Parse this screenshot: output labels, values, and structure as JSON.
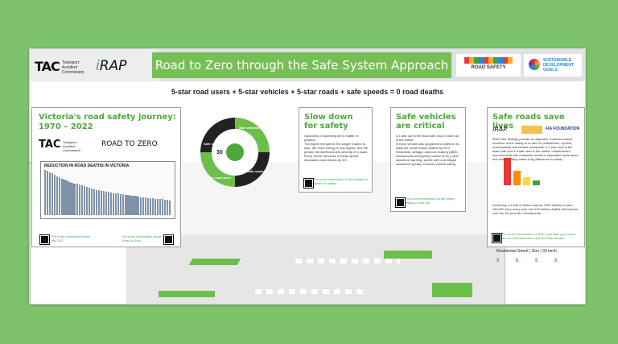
{
  "header": {
    "tac": "TAC",
    "tac_sub": "Transport Accident Commission",
    "irap_i": "i",
    "irap": "RAP",
    "title": "Road to Zero through the Safe System Approach",
    "road_safety": "ROAD SAFETY",
    "sdg": "SUSTAINABLE DEVELOPMENT GOALS"
  },
  "equation": "5-star road users + 5-star vehicles + 5-star roads + safe speeds = 0 road deaths",
  "journey": {
    "title_line1": "Victoria's road safety journey:",
    "title_line2": "1970 – 2022",
    "tac": "TAC",
    "tac_sub": "Transport Accident Commission",
    "road_to_zero": "ROAD TO ZERO",
    "chart_title": "REDUCTION IN ROAD DEATHS IN VICTORIA",
    "more_left": "For more information about the TAC",
    "more_right": "For more information about Road to Zero"
  },
  "chart_data": {
    "type": "bar",
    "title": "REDUCTION IN ROAD DEATHS IN VICTORIA",
    "values": [
      100,
      98,
      95,
      93,
      90,
      86,
      84,
      80,
      78,
      76,
      74,
      72,
      70,
      69,
      67,
      66,
      64,
      62,
      60,
      59,
      58,
      56,
      55,
      54,
      53,
      52,
      51,
      50,
      49,
      48,
      48,
      47,
      46,
      45,
      44,
      43,
      42,
      42,
      41,
      40,
      40,
      39,
      38,
      38,
      37,
      36,
      36,
      35,
      35,
      34,
      34,
      33
    ]
  },
  "dial": {
    "speed": "30",
    "q1": "Safe vehicles",
    "q2": "Safe speeds",
    "q3": "Safe road users",
    "q4": "Safe roads"
  },
  "slow_down": {
    "title_line1": "Slow down",
    "title_line2": "for safety",
    "p1": "Outcomes of speeding are a matter of physics.",
    "p2": "The higher the speed, the longer it takes to stop, the more energy in any impact, and the greater the likelihood and severity of a crash.",
    "p3": "Every 1km/h decrease in mean speed decreases road deaths by 4%.",
    "more": "For more information on the impact of speed on safety"
  },
  "safe_vehicles": {
    "title_line1": "Safe vehicles",
    "title_line2": "are critical",
    "p1": "A 1-star car is the least safe and a 5-star car is the safest.",
    "p2": "If every vehicle was upgraded to safest in its class we could reduce deaths by 20%.",
    "p3": "Restraints, airbags, anti-lock braking (ABS), autonomous emergency control (ESC), lane departure warning, speed alert and fatigue assistance greatly enhance vehicle safety.",
    "more": "For more information on the safety rating of your car"
  },
  "safe_roads": {
    "title": "Safe roads save lives",
    "irap": "iRAP",
    "fia": "FIA FOUNDATION",
    "p1": "iRAP Star Ratings provide an objective, evidence based measure of the safety of a road for pedestrians, cyclists, motorcyclists and vehicle occupants. A 1-star road is the least safe and a 5-star road is the safest. Infrastructure improvements like footpaths, barriers, separated cycle lanes and street lighting make a big difference to safety.",
    "p2": "Achieving a 3-star or better road by 2030 stands to save 450,000 lives every year and 100 million deaths and injuries over the 20-year life of treatments.",
    "more": "For more information on iRAP, how safe your roads are and the Business Case for Safer Roads",
    "street": "Residential Street | 2km | 30 km/h",
    "ratings": [
      "5",
      "5",
      "5",
      "5"
    ]
  },
  "colors": {
    "background": "#7cc36b",
    "accent": "#76bf55",
    "title_text": "#4ea93a"
  }
}
